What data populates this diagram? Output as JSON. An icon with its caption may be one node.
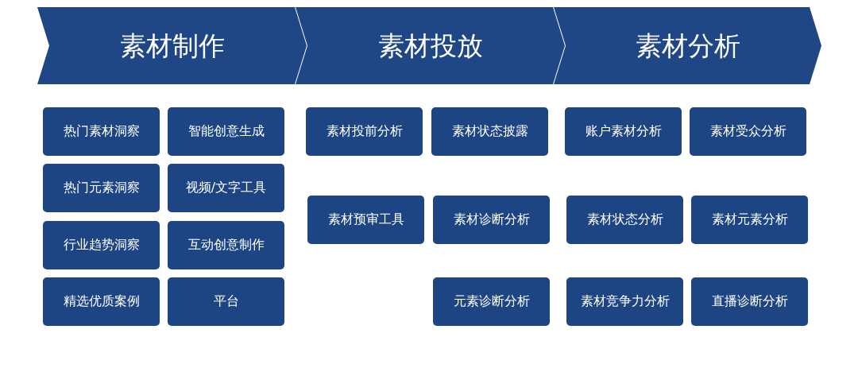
{
  "diagram": {
    "nodes": [
      {
        "text": [
          "素材制作"
        ]
      },
      {
        "text": [
          "素材投放"
        ]
      },
      {
        "text": [
          "素材分析"
        ]
      },
      {
        "text": [
          "热门素材洞察"
        ]
      },
      {
        "text": [
          "智能创意生成"
        ]
      },
      {
        "text": [
          "热门元素洞察"
        ]
      },
      {
        "text": [
          "视频/文字工具"
        ]
      },
      {
        "text": [
          "行业趋势洞察"
        ]
      },
      {
        "text": [
          "互动创意制作"
        ]
      },
      {
        "text": [
          "精选优质案例"
        ]
      },
      {
        "text": [
          "平台"
        ]
      },
      {
        "text": [
          "素材投前分析"
        ]
      },
      {
        "text": [
          "素材状态披露"
        ]
      },
      {
        "text": [
          "素材预审工具"
        ]
      },
      {
        "text": [
          "素材诊断分析"
        ]
      },
      {
        "text": [
          "元素诊断分析"
        ]
      },
      {
        "text": [
          "账户素材分析"
        ]
      },
      {
        "text": [
          "素材受众分析"
        ]
      },
      {
        "text": [
          "素材状态分析"
        ]
      },
      {
        "text": [
          "素材元素分析"
        ]
      },
      {
        "text": [
          "素材竞争力分析"
        ]
      },
      {
        "text": [
          "直播诊断分析"
        ]
      }
    ]
  }
}
